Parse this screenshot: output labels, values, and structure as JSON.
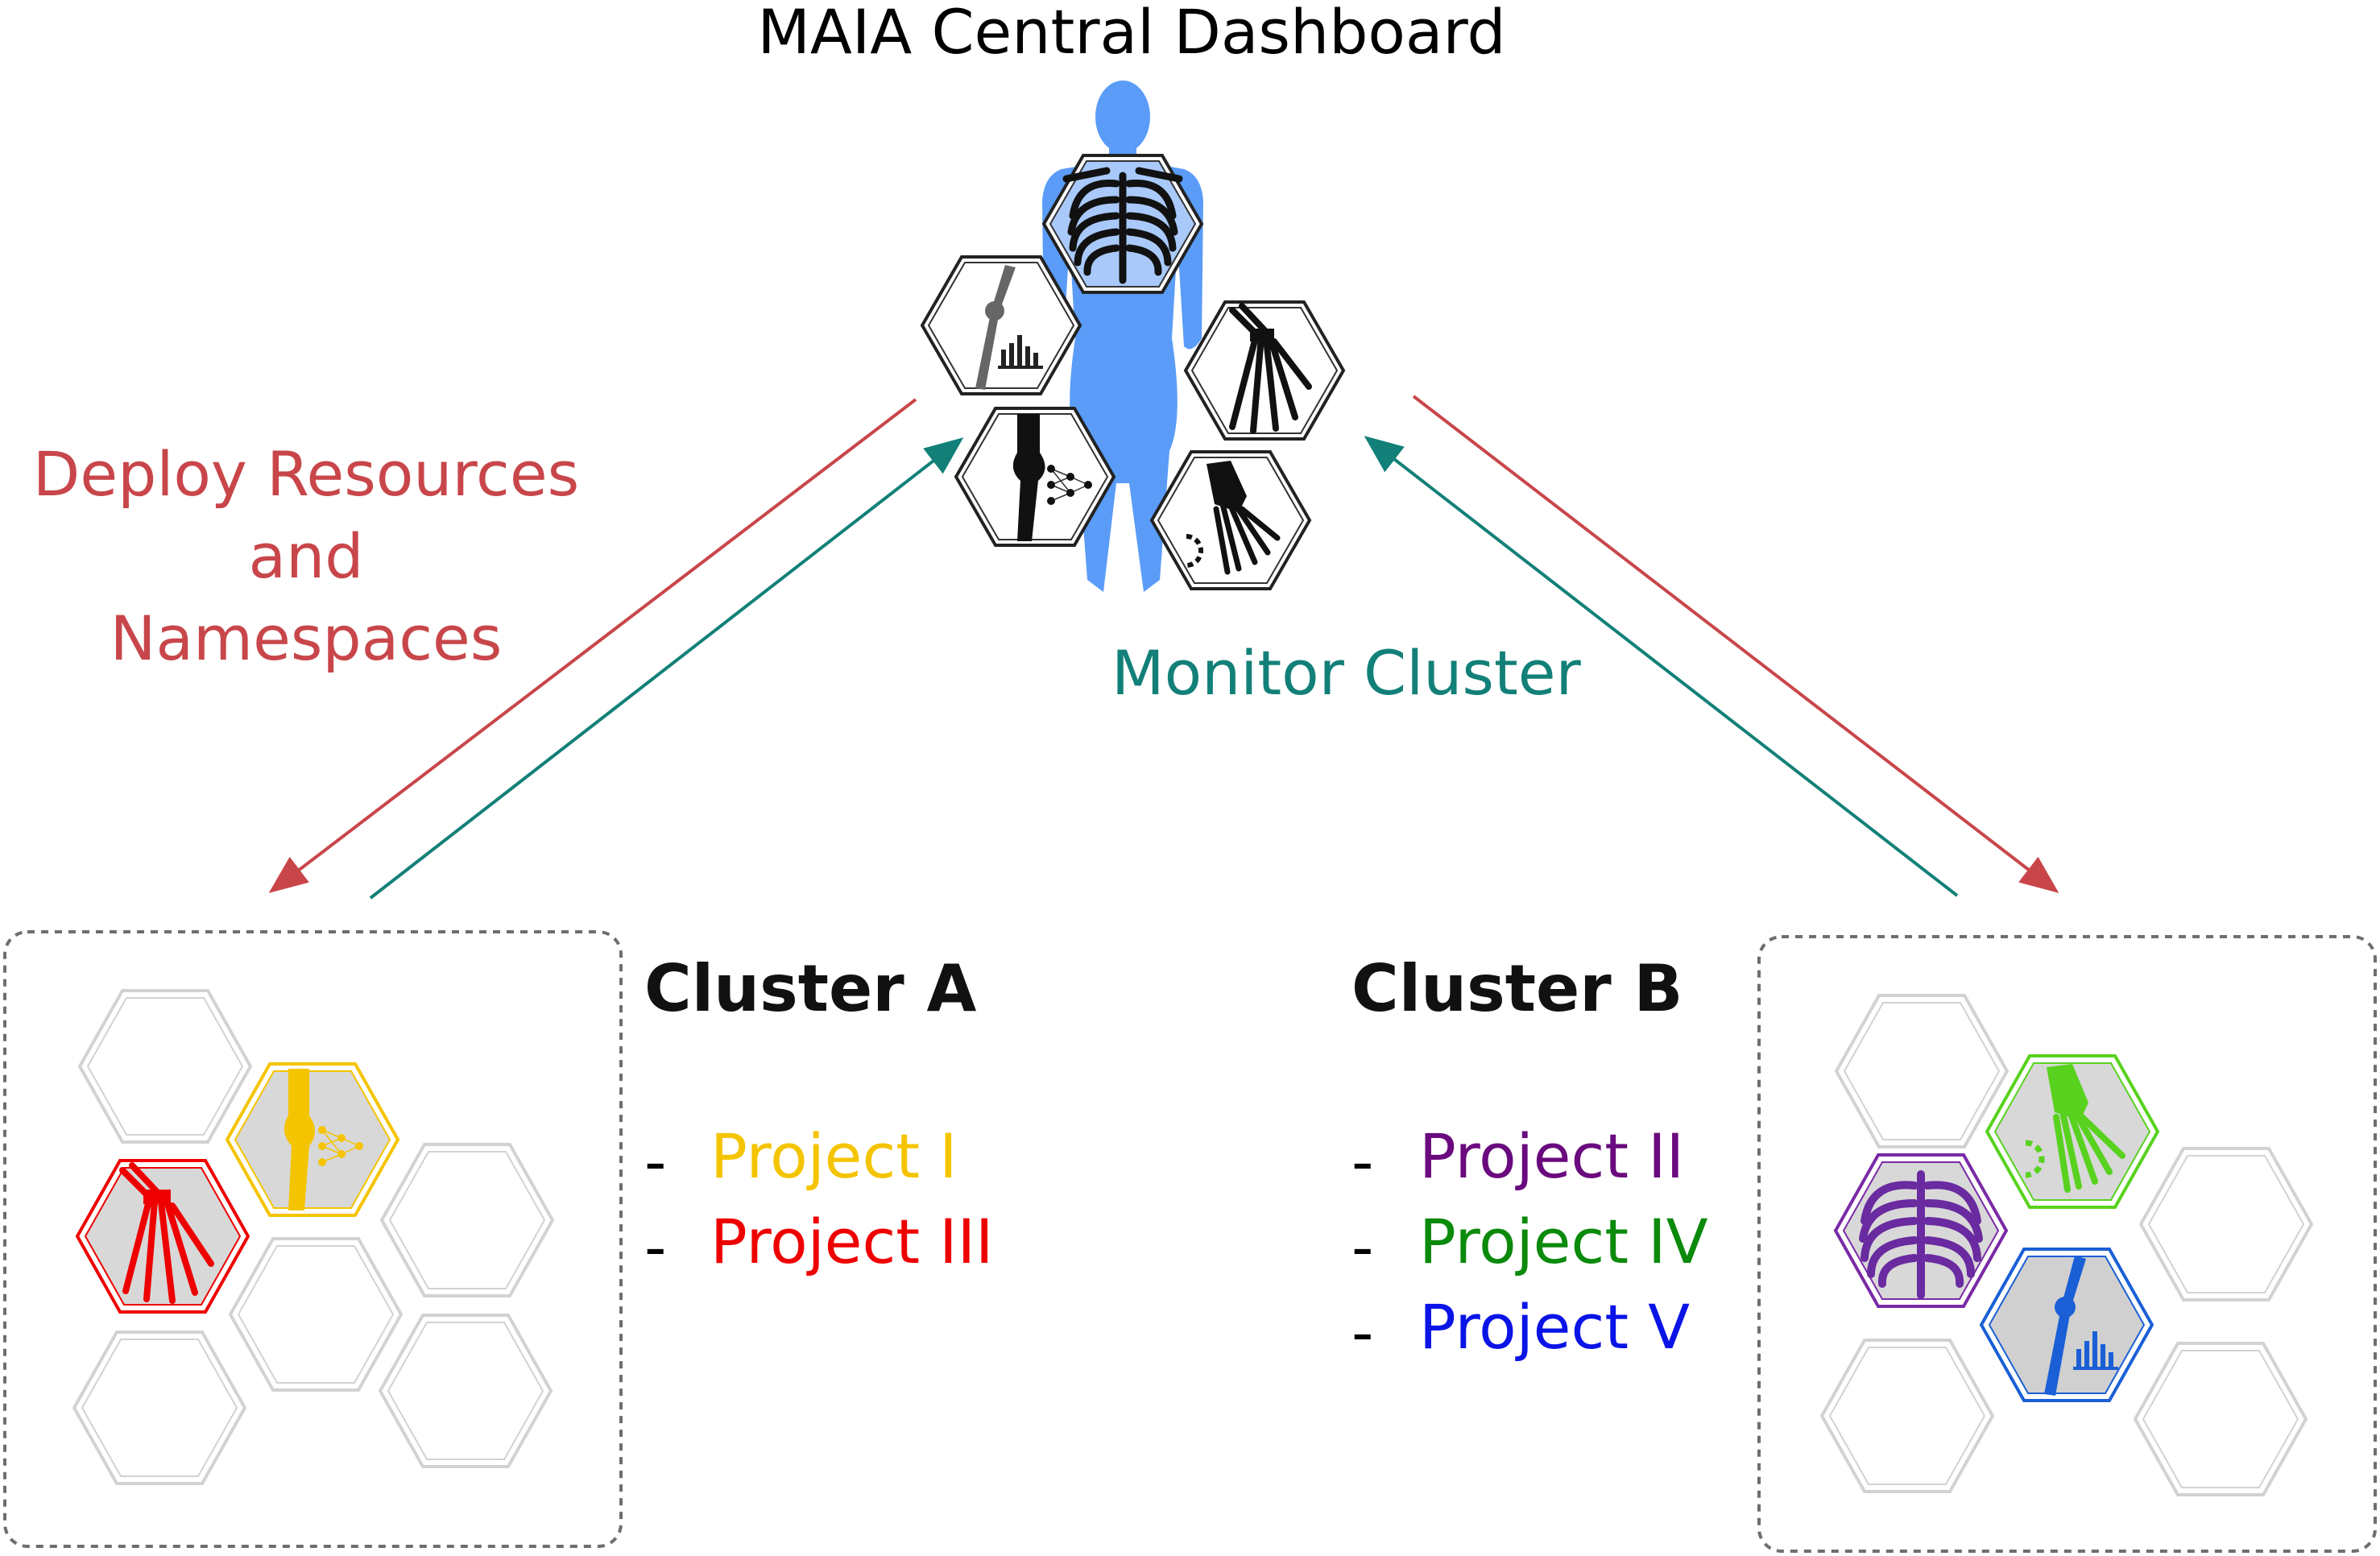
{
  "title": "MAIA Central Dashboard",
  "deploy_label": [
    "Deploy Resources",
    "and",
    "Namespaces"
  ],
  "monitor_label": "Monitor Cluster",
  "colors": {
    "deploy": "#c8464a",
    "monitor": "#128078",
    "body": "#5a9cf8",
    "hex_outline": "#d2d2d2",
    "box_border": "#6e6e6e"
  },
  "dashboard_icons": [
    "ribcage-icon",
    "arm-bone-chart-icon",
    "hand-bones-icon",
    "knee-neural-net-icon",
    "foot-bones-loading-icon"
  ],
  "clusters": [
    {
      "name": "Cluster A",
      "projects": [
        {
          "label": "Project I",
          "color": "#f5c400"
        },
        {
          "label": "Project III",
          "color": "#ee0000"
        }
      ]
    },
    {
      "name": "Cluster B",
      "projects": [
        {
          "label": "Project II",
          "color": "#6a0a7e"
        },
        {
          "label": "Project IV",
          "color": "#0b8a0b"
        },
        {
          "label": "Project V",
          "color": "#0a14e6"
        }
      ]
    }
  ],
  "dash": "-"
}
